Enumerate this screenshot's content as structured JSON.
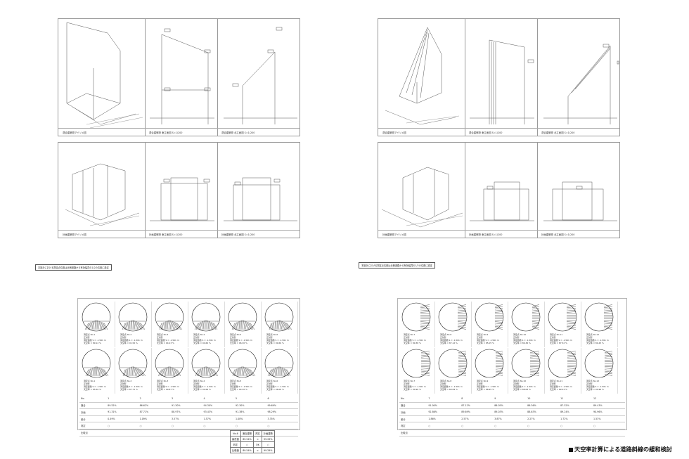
{
  "title": "天空率計算による道路斜線の緩和検討",
  "left": {
    "top_row": {
      "captions": [
        "適合建築物アイソメ図",
        "適合建築物 東立面図 S=1/200",
        "適合建築物 北立面図 S=1/200"
      ]
    },
    "mid_row": {
      "captions": [
        "計画建築物アイソメ図",
        "計画建築物 東立面図 S=1/200",
        "計画建築物 北立面図 S=1/200"
      ]
    },
    "note": "本設計における測定点位置は北側道路から有効幅員の1/2の位置に設定",
    "dials_top": [
      {
        "lines": [
          "測定点 No.1",
          "正射影",
          "測定面積 S = -1.561 m",
          "天空率 = 89.12 %"
        ]
      },
      {
        "lines": [
          "測定点 No.2",
          "正射影",
          "測定面積 S = -1.561 m",
          "天空率 = 91.52 %"
        ]
      },
      {
        "lines": [
          "測定点 No.3",
          "正射影",
          "測定面積 S = -1.561 m",
          "天空率 = 94.23 %"
        ]
      },
      {
        "lines": [
          "測定点 No.4",
          "正射影",
          "測定面積 S = -1.561 m",
          "天空率 = 94.60 %"
        ]
      },
      {
        "lines": [
          "測定点 No.5",
          "正射影",
          "測定面積 S = -1.561 m",
          "天空率 = 96.30 %"
        ]
      },
      {
        "lines": [
          "測定点 No.6",
          "正射影",
          "測定面積 S = -1.561 m",
          "天空率 = 99.69 %"
        ]
      }
    ],
    "dials_bottom": [
      {
        "lines": [
          "測定点 No.1",
          "正射影",
          "測定面積 S = -1.561 m",
          "天空率 = 85.56 %"
        ]
      },
      {
        "lines": [
          "測定点 No.2",
          "正射影",
          "測定面積 S = -1.561 m",
          "天空率 = 87.71 %"
        ]
      },
      {
        "lines": [
          "測定点 No.3",
          "正射影",
          "測定面積 S = -1.561 m",
          "天空率 = 90.87 %"
        ]
      },
      {
        "lines": [
          "測定点 No.4",
          "正射影",
          "測定面積 S = -1.561 m",
          "天空率 = 92.69 %"
        ]
      },
      {
        "lines": [
          "測定点 No.5",
          "正射影",
          "測定面積 S = -1.561 m",
          "天空率 = 94.30 %"
        ]
      },
      {
        "lines": [
          "測定点 No.6",
          "正射影",
          "測定面積 S = -1.561 m",
          "天空率 = 96.09 %"
        ]
      }
    ],
    "results": {
      "header": [
        "No.",
        "1",
        "2",
        "3",
        "4",
        "5",
        "6"
      ],
      "rows": [
        [
          "適合",
          "89.52%",
          "86.62%",
          "91.30%",
          "94.30%",
          "92.30%",
          "99.69%"
        ],
        [
          "計画",
          "91.31%",
          "87.71%",
          "88.97%",
          "93.43%",
          "91.38%",
          "98.29%"
        ],
        [
          "差分",
          "0.49%",
          "1.09%",
          "3.57%",
          "1.57%",
          "1.08%",
          "3.35%"
        ],
        [
          "判定",
          "○",
          "○",
          "○",
          "○",
          "○",
          "○"
        ],
        [
          "比較点",
          "",
          "",
          "",
          "",
          "",
          ""
        ]
      ]
    },
    "summary": {
      "header": [
        "No.6",
        "適合建築",
        "判定",
        "計画建築"
      ],
      "rows": [
        [
          "最低値",
          "89.54%",
          "<",
          "99.29%"
        ],
        [
          "判定",
          "○",
          "OK",
          "○"
        ],
        [
          "比較値",
          "89.54%",
          "<",
          "99.29%"
        ]
      ]
    }
  },
  "right": {
    "top_row": {
      "captions": [
        "適合建築物アイソメ図",
        "適合建築物 東立面図 S=1/200",
        "適合建築物 北立面図 S=1/200"
      ]
    },
    "mid_row": {
      "captions": [
        "計画建築物アイソメ図",
        "計画建築物 東立面図 S=1/200",
        "計画建築物 北立面図 S=1/200"
      ]
    },
    "note": "本設計における測定点位置は北側道路から有効幅員の1/2の位置に設定",
    "dials_top": [
      {
        "lines": [
          "測定点 No.7",
          "正射影",
          "測定面積 S = -1.561 m",
          "天空率 = 89.38 %"
        ]
      },
      {
        "lines": [
          "測定点 No.8",
          "正射影",
          "測定面積 S = -1.561 m",
          "天空率 = 87.12 %"
        ]
      },
      {
        "lines": [
          "測定点 No.9",
          "正射影",
          "測定面積 S = -1.561 m",
          "天空率 = 85.05 %"
        ]
      },
      {
        "lines": [
          "測定点 No.10",
          "正射影",
          "測定面積 S = -1.561 m",
          "天空率 = 86.36 %"
        ]
      },
      {
        "lines": [
          "測定点 No.11",
          "正射影",
          "測定面積 S = -1.561 m",
          "天空率 = 87.52 %"
        ]
      },
      {
        "lines": [
          "測定点 No.12",
          "正射影",
          "測定面積 S = -1.561 m",
          "天空率 = 89.43 %"
        ]
      }
    ],
    "dials_bottom": [
      {
        "lines": [
          "測定点 No.7",
          "正射影",
          "測定面積 S = -1.561 m",
          "天空率 = 90.96 %"
        ]
      },
      {
        "lines": [
          "測定点 No.8",
          "正射影",
          "測定面積 S = -1.561 m",
          "天空率 = 89.69 %"
        ]
      },
      {
        "lines": [
          "測定点 No.9",
          "正射影",
          "測定面積 S = -1.561 m",
          "天空率 = 88.95 %"
        ]
      },
      {
        "lines": [
          "測定点 No.10",
          "正射影",
          "測定面積 S = -1.561 m",
          "天空率 = 88.63 %"
        ]
      },
      {
        "lines": [
          "測定点 No.11",
          "正射影",
          "測定面積 S = -1.561 m",
          "天空率 = 89.24 %"
        ]
      },
      {
        "lines": [
          "測定点 No.12",
          "正射影",
          "測定面積 S = -1.561 m",
          "天空率 = 90.96 %"
        ]
      }
    ],
    "results": {
      "header": [
        "No.",
        "7",
        "8",
        "9",
        "10",
        "11",
        "12"
      ],
      "rows": [
        [
          "適合",
          "91.00%",
          "87.12%",
          "86.05%",
          "86.36%",
          "87.52%",
          "89.43%"
        ],
        [
          "計画",
          "92.86%",
          "89.69%",
          "89.03%",
          "88.63%",
          "89.24%",
          "90.96%"
        ],
        [
          "差分",
          "1.86%",
          "2.57%",
          "3.87%",
          "2.27%",
          "1.72%",
          "1.53%"
        ],
        [
          "判定",
          "○",
          "○",
          "○",
          "○",
          "○",
          "○"
        ],
        [
          "比較点",
          "",
          "",
          "",
          "",
          "",
          ""
        ]
      ]
    }
  }
}
